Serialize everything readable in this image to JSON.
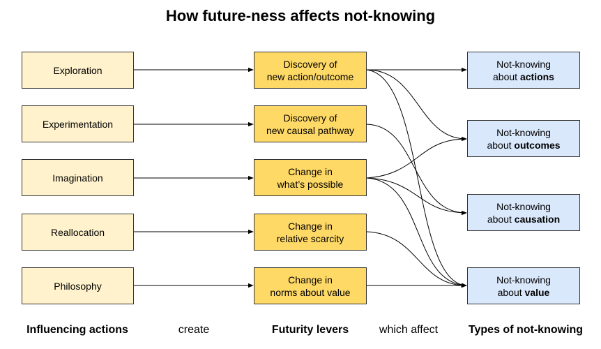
{
  "title": "How future-ness affects not-knowing",
  "influencing_actions": [
    "Exploration",
    "Experimentation",
    "Imagination",
    "Reallocation",
    "Philosophy"
  ],
  "futurity_levers": [
    {
      "line1": "Discovery of",
      "line2": "new action/outcome"
    },
    {
      "line1": "Discovery of",
      "line2": "new causal pathway"
    },
    {
      "line1": "Change in",
      "line2": "what’s possible"
    },
    {
      "line1": "Change in",
      "line2": "relative scarcity"
    },
    {
      "line1": "Change in",
      "line2": "norms about value"
    }
  ],
  "not_knowing_types": [
    {
      "line1": "Not-knowing",
      "prefix": "about ",
      "bold": "actions"
    },
    {
      "line1": "Not-knowing",
      "prefix": "about ",
      "bold": "outcomes"
    },
    {
      "line1": "Not-knowing",
      "prefix": "about ",
      "bold": "causation"
    },
    {
      "line1": "Not-knowing",
      "prefix": "about ",
      "bold": "value"
    }
  ],
  "footer": {
    "col1": "Influencing actions",
    "col2": "create",
    "col3": "Futurity levers",
    "col4": "which affect",
    "col5": "Types of not-knowing"
  },
  "lever_connections": [
    {
      "from": "Discovery of new action/outcome",
      "to": [
        "actions",
        "outcomes",
        "value"
      ]
    },
    {
      "from": "Discovery of new causal pathway",
      "to": [
        "causation"
      ]
    },
    {
      "from": "Change in what’s possible",
      "to": [
        "outcomes",
        "causation",
        "value"
      ]
    },
    {
      "from": "Change in relative scarcity",
      "to": [
        "value"
      ]
    },
    {
      "from": "Change in norms about value",
      "to": [
        "value"
      ]
    }
  ]
}
